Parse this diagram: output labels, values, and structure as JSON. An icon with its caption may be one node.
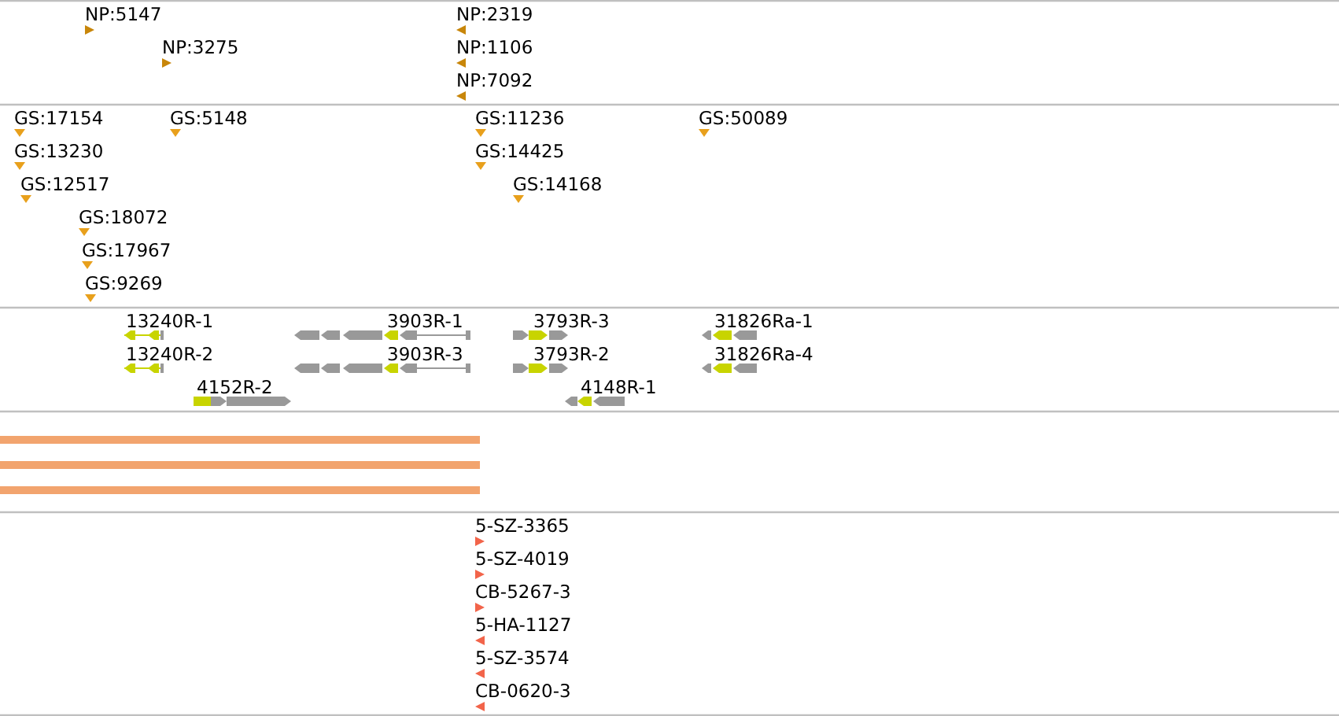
{
  "diagram": {
    "labels": [
      "NP:5147",
      "NP:2319",
      "NP:3275",
      "NP:1106",
      "NP:7092",
      "GS:17154",
      "GS:5148",
      "GS:11236",
      "GS:50089",
      "GS:13230",
      "GS:14425",
      "GS:12517",
      "GS:14168",
      "GS:18072",
      "GS:17967",
      "GS:9269",
      "13240R-1",
      "3903R-1",
      "3793R-3",
      "31826Ra-1",
      "13240R-2",
      "3903R-3",
      "3793R-2",
      "31826Ra-4",
      "4152R-2",
      "4148R-1",
      "5-SZ-3365",
      "5-SZ-4019",
      "CB-5267-3",
      "5-HA-1127",
      "5-SZ-3574",
      "CB-0620-3"
    ]
  }
}
